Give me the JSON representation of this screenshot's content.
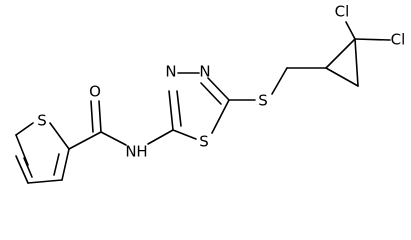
{
  "molecule": {
    "atoms": {
      "thiophene_S": "S",
      "carbonyl_O": "O",
      "amide_N": "N",
      "amide_H": "H",
      "thiadiazole_N3": "N",
      "thiadiazole_N4": "N",
      "thiadiazole_S": "S",
      "thioether_S": "S",
      "Cl_1": "Cl",
      "Cl_2": "Cl"
    }
  }
}
